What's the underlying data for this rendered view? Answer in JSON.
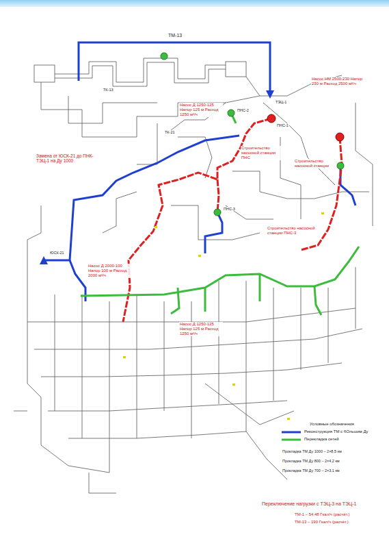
{
  "diagram": {
    "labels": [
      "ТМ-13",
      "Замена от ЮСК-21 до ПНК-ТЭЦ-1 на Ду 1000",
      "Насос НМ 2500-230 Напор 230 м Расход 2500 м³/ч",
      "Строительство насосной станции",
      "Строительство насосной станции ПНС",
      "Строительство насосной станции ПНС-3",
      "Насос Д 2000-100 Напор 100 м Расход 2000 м³/ч",
      "Насос Д 1250-125 Напор 125 м Расход 1250 м³/ч",
      "Насос Д 1250-125 Напор 125 м Расход 1250 м³/ч",
      "ТЭЦ-1",
      "ПНС-1",
      "ПНС-2",
      "ПНС-3",
      "ТК-13",
      "ТК-21",
      "ЮСК-21",
      "Условные обозначения",
      "Прокладка ТМ Ду 1000 – 2×8,5 км",
      "Прокладка ТМ Ду 800 – 2×4,2 км",
      "Прокладка ТМ Ду 700 – 2×3,1 км",
      "Переключение нагрузки с ТЭЦ-3 на ТЭЦ-1",
      "ТМ-1 – 54,48 Гкал/ч (расчёт.)",
      "ТМ-13 – 190 Гкал/ч (расчёт.)"
    ],
    "legend": [
      {
        "text": "Реконструкция ТМ с бОльшим Ду"
      },
      {
        "text": "Перекладка сетей"
      }
    ]
  }
}
